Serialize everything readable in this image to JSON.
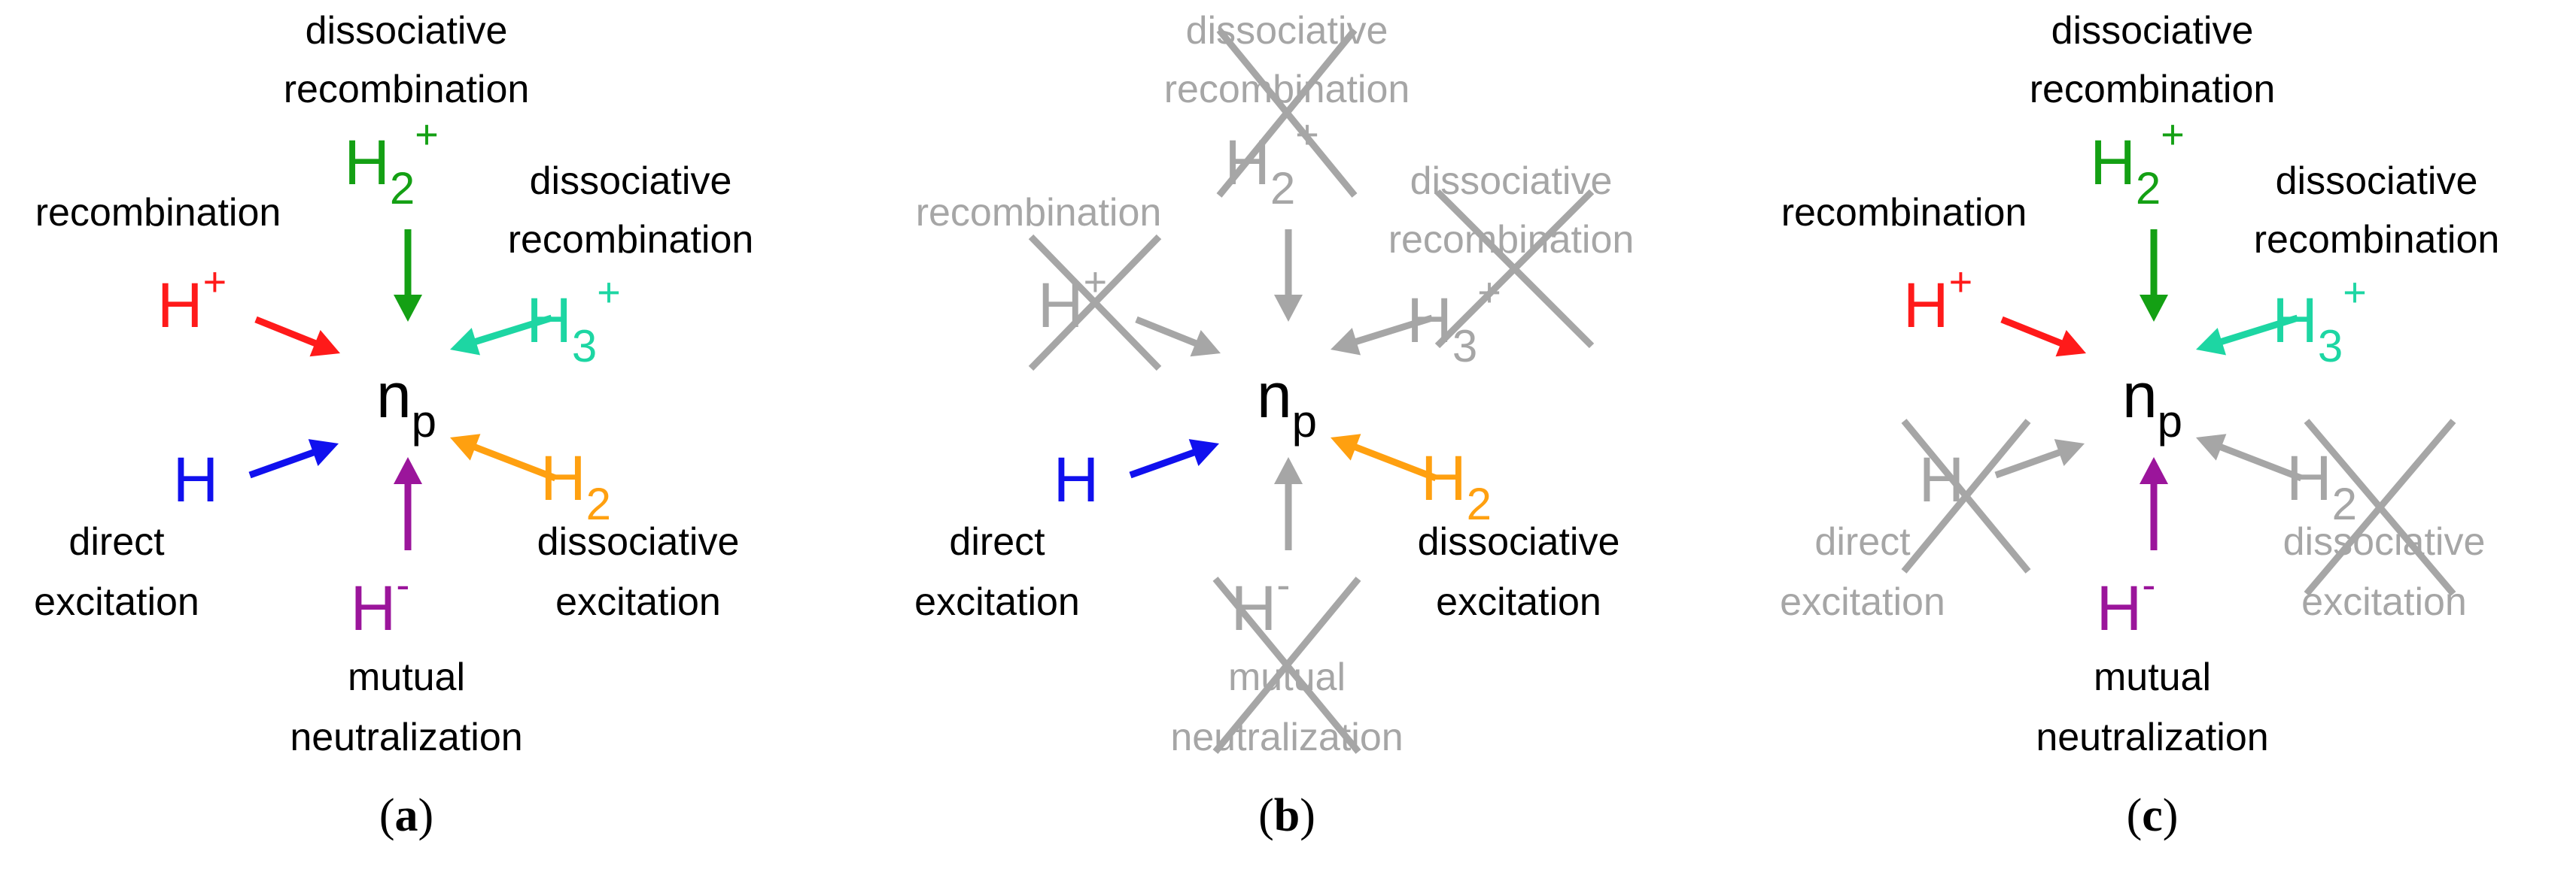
{
  "center_species": {
    "main": "n",
    "sub": "p"
  },
  "colors": {
    "H_plus": "#ff1a1a",
    "H2_plus": "#14a014",
    "H3_plus": "#1dd6a3",
    "H": "#1010ee",
    "H2": "#ffa010",
    "H_minus": "#9b159b",
    "inactive": "#a6a6a6",
    "text": "#000000",
    "cross": "#a6a6a6"
  },
  "species": {
    "H_plus": {
      "main": "H",
      "sup": "+"
    },
    "H2_plus": {
      "main": "H",
      "sub": "2",
      "sup": "+"
    },
    "H3_plus": {
      "main": "H",
      "sub": "3",
      "sup": "+"
    },
    "H": {
      "main": "H"
    },
    "H2": {
      "main": "H",
      "sub": "2"
    },
    "H_minus": {
      "main": "H",
      "sup": "-"
    }
  },
  "process_labels": {
    "H_plus": [
      "recombination"
    ],
    "H2_plus": [
      "dissociative",
      "recombination"
    ],
    "H3_plus": [
      "dissociative",
      "recombination"
    ],
    "H": [
      "direct",
      "excitation"
    ],
    "H2": [
      "dissociative",
      "excitation"
    ],
    "H_minus": [
      "mutual",
      "neutralization"
    ]
  },
  "panels": [
    {
      "caption": "(a)",
      "active": [
        "H_plus",
        "H2_plus",
        "H3_plus",
        "H",
        "H2",
        "H_minus"
      ]
    },
    {
      "caption": "(b)",
      "active": [
        "H",
        "H2"
      ]
    },
    {
      "caption": "(c)",
      "active": [
        "H_plus",
        "H2_plus",
        "H3_plus",
        "H_minus"
      ]
    }
  ]
}
